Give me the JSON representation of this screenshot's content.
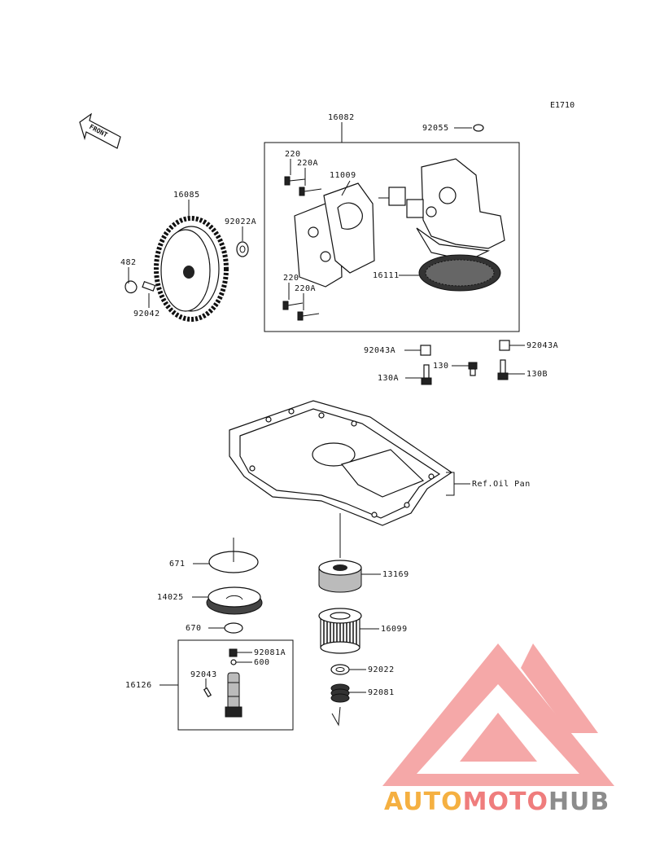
{
  "diagram": {
    "code": "E1710",
    "front_label": "FRONT",
    "parts": {
      "oil_pump_assy": "16082",
      "washer_top": "92055",
      "screw_220_top": "220",
      "screw_220a_top": "220A",
      "gasket": "11009",
      "gear": "16085",
      "washer_gear": "92022A",
      "circlip": "482",
      "pin": "92042",
      "screw_220_bottom": "220",
      "screw_220a_bottom": "220A",
      "strainer": "16111",
      "dowel_left": "92043A",
      "dowel_right": "92043A",
      "bolt_130": "130",
      "bolt_130a": "130A",
      "bolt_130b": "130B",
      "ref_oil_pan": "Ref.Oil Pan",
      "oring_671": "671",
      "cover_14025": "14025",
      "oring_670": "670",
      "valve_assy": "16126",
      "spring_92081a": "92081A",
      "ball_600": "600",
      "pin_92043": "92043",
      "bolt_13169": "13169",
      "filter_16099": "16099",
      "washer_92022": "92022",
      "spring_92081": "92081"
    },
    "watermark": {
      "part1": "AUTO",
      "part2": "MOTO",
      "part3": "HUB",
      "color1": "#f5b041",
      "color2": "#ef7d7d",
      "color3": "#8c8c8c"
    }
  }
}
